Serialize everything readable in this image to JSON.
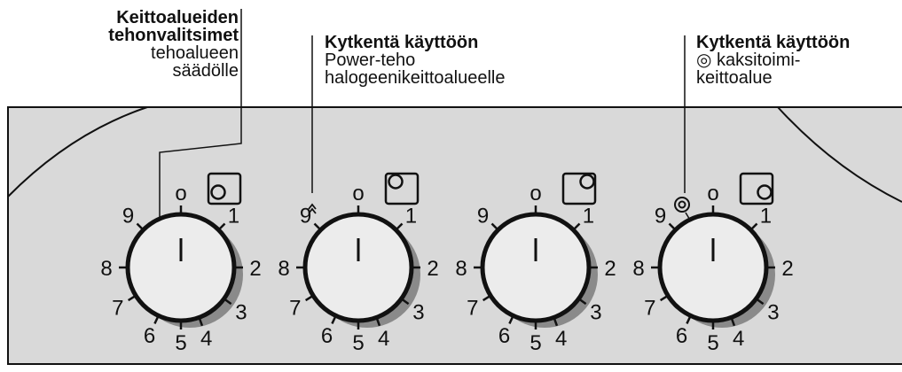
{
  "callouts": {
    "zone_selectors": {
      "title_line1": "Keittoalueiden",
      "title_line2": "tehonvalitsimet",
      "desc_line1": "tehoalueen",
      "desc_line2": "säädölle"
    },
    "power_boost": {
      "title": "Kytkentä käyttöön",
      "desc_line1": "Power-teho",
      "desc_line2": "halogeenikeittoalueelle"
    },
    "dual_zone": {
      "title": "Kytkentä käyttöön",
      "desc_line1": "◎ kaksitoimi-",
      "desc_line2": "keittoalue"
    }
  },
  "knobs": [
    {
      "zone_icon": "zone-bottom-left-icon",
      "extra_icon": null
    },
    {
      "zone_icon": "zone-top-left-icon",
      "extra_icon": "power-boost-icon"
    },
    {
      "zone_icon": "zone-top-right-icon",
      "extra_icon": null
    },
    {
      "zone_icon": "zone-bottom-right-icon",
      "extra_icon": "dual-zone-icon"
    }
  ],
  "scale": {
    "off": "o",
    "n1": "1",
    "n2": "2",
    "n3": "3",
    "n4": "4",
    "n5": "5",
    "n6": "6",
    "n7": "7",
    "n8": "8",
    "n9": "9"
  },
  "colors": {
    "panel": "#d9d9d9",
    "knob_face": "#ececec",
    "knob_shadow": "#8a8a8a",
    "stroke": "#111111"
  }
}
